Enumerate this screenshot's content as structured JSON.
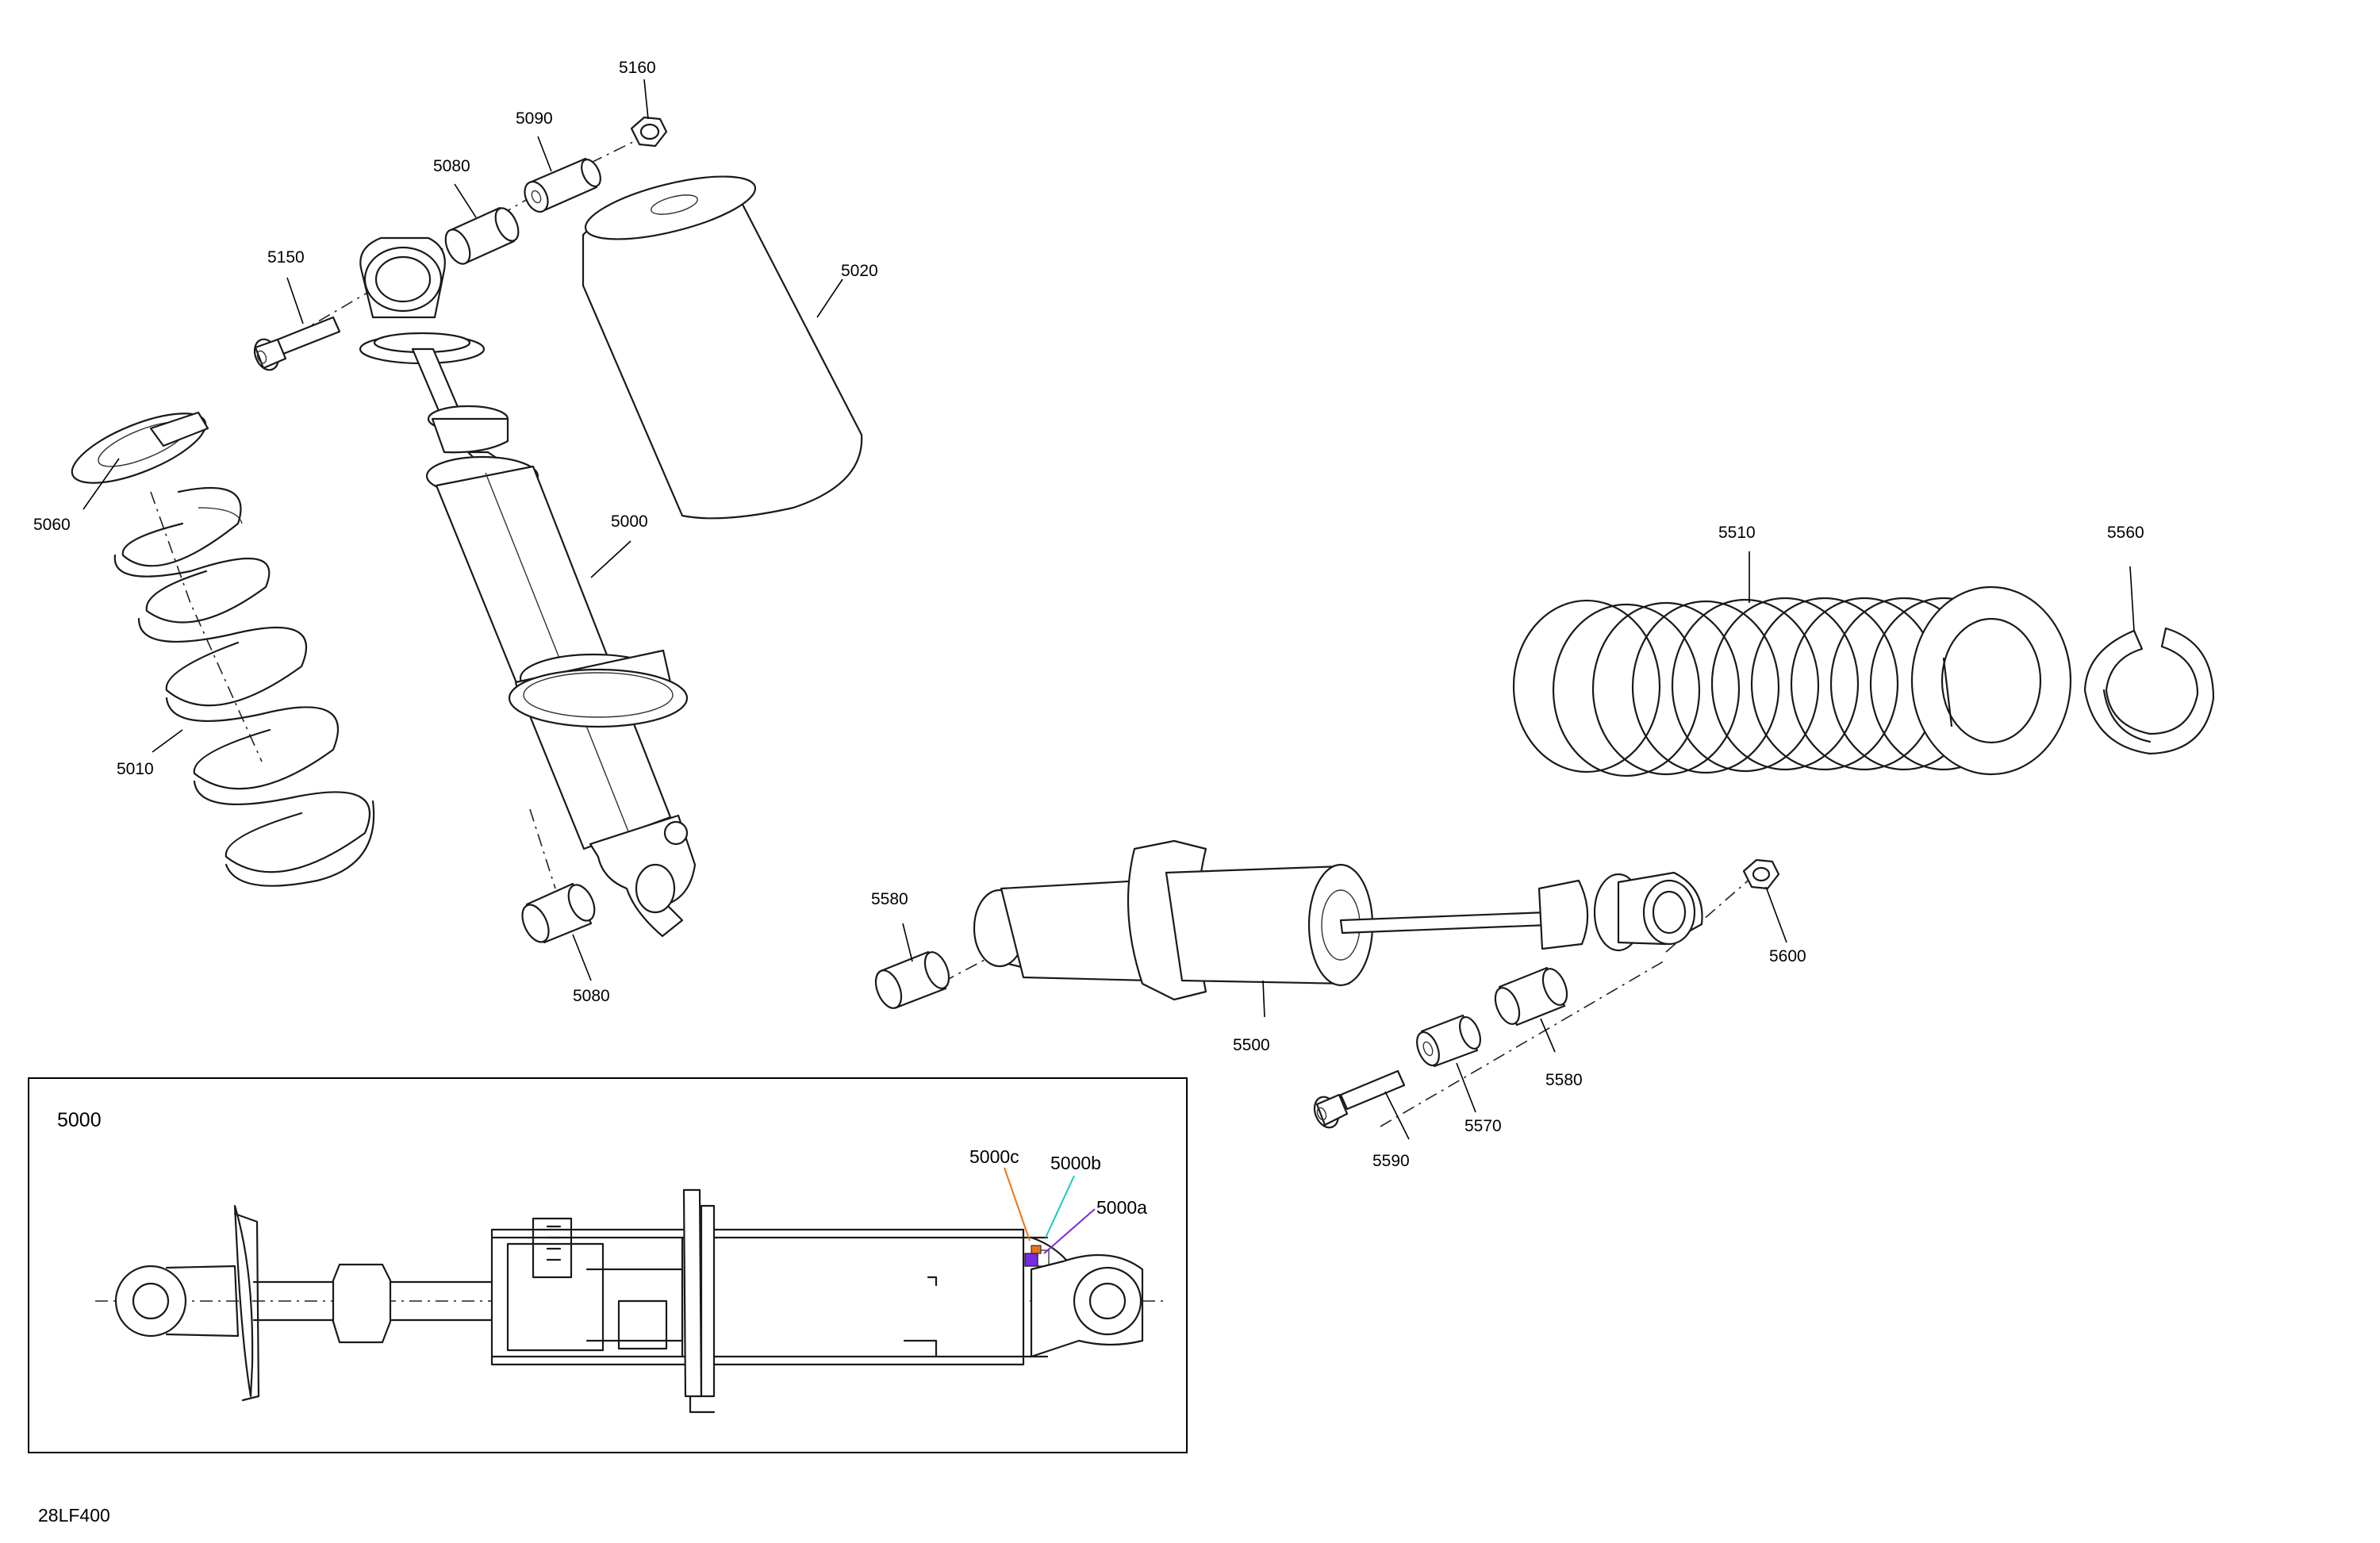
{
  "diagram_id": "28LF400",
  "inset": {
    "title": "5000",
    "callouts": [
      {
        "text": "5000c",
        "color": "#e8741a"
      },
      {
        "text": "5000b",
        "color": "#1fc7c0"
      },
      {
        "text": "5000a",
        "color": "#7a2be0"
      }
    ]
  },
  "parts": {
    "p5160": "5160",
    "p5090": "5090",
    "p5080_top": "5080",
    "p5150": "5150",
    "p5020": "5020",
    "p5060": "5060",
    "p5000": "5000",
    "p5010": "5010",
    "p5080_bottom": "5080",
    "p5510": "5510",
    "p5560": "5560",
    "p5580_left": "5580",
    "p5600": "5600",
    "p5500": "5500",
    "p5580_right": "5580",
    "p5570": "5570",
    "p5590": "5590"
  },
  "colors": {
    "line": "#1a1a1a",
    "frame": "#000000",
    "callout_orange": "#e8741a",
    "callout_cyan": "#1fc7c0",
    "callout_purple": "#7a2be0"
  }
}
